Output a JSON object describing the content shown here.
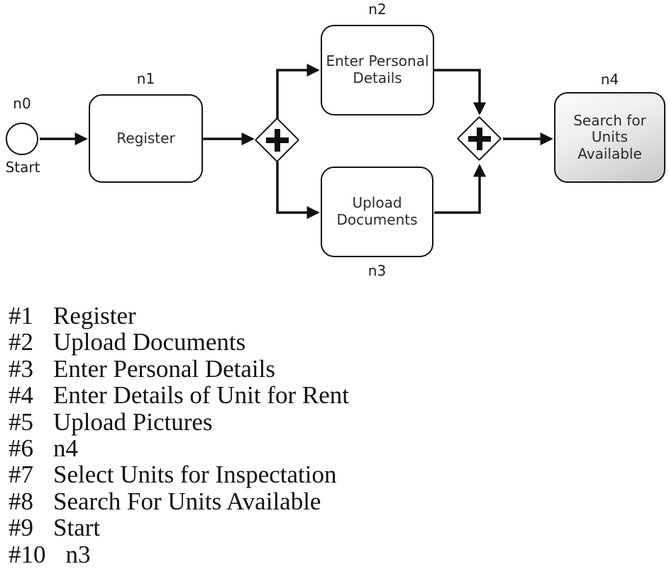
{
  "diagram": {
    "nodes": {
      "n0": {
        "id": "n0",
        "label": "Start"
      },
      "n1": {
        "id": "n1",
        "label": "Register"
      },
      "n2": {
        "id": "n2",
        "label": "Enter Personal\nDetails"
      },
      "n3": {
        "id": "n3",
        "label": "Upload\nDocuments"
      },
      "n4": {
        "id": "n4",
        "label": "Search for\nUnits Available"
      }
    },
    "gateways": [
      {
        "id": "gateway-1",
        "icon": "plus"
      },
      {
        "id": "gateway-2",
        "icon": "plus"
      }
    ],
    "colors": {
      "stroke": "#151515",
      "node_fill": "#ffffff",
      "n4_gradient_top": "#fbfbfb",
      "n4_gradient_bottom": "#c6c6c6"
    }
  },
  "list": {
    "items": [
      {
        "num": "#1",
        "label": "Register"
      },
      {
        "num": "#2",
        "label": "Upload Documents"
      },
      {
        "num": "#3",
        "label": "Enter Personal Details"
      },
      {
        "num": "#4",
        "label": "Enter Details of Unit for Rent"
      },
      {
        "num": "#5",
        "label": "Upload Pictures"
      },
      {
        "num": "#6",
        "label": "n4"
      },
      {
        "num": "#7",
        "label": "Select Units for Inspectation"
      },
      {
        "num": "#8",
        "label": "Search For Units Available"
      },
      {
        "num": "#9",
        "label": "Start"
      },
      {
        "num": "#10",
        "label": "n3"
      }
    ]
  }
}
